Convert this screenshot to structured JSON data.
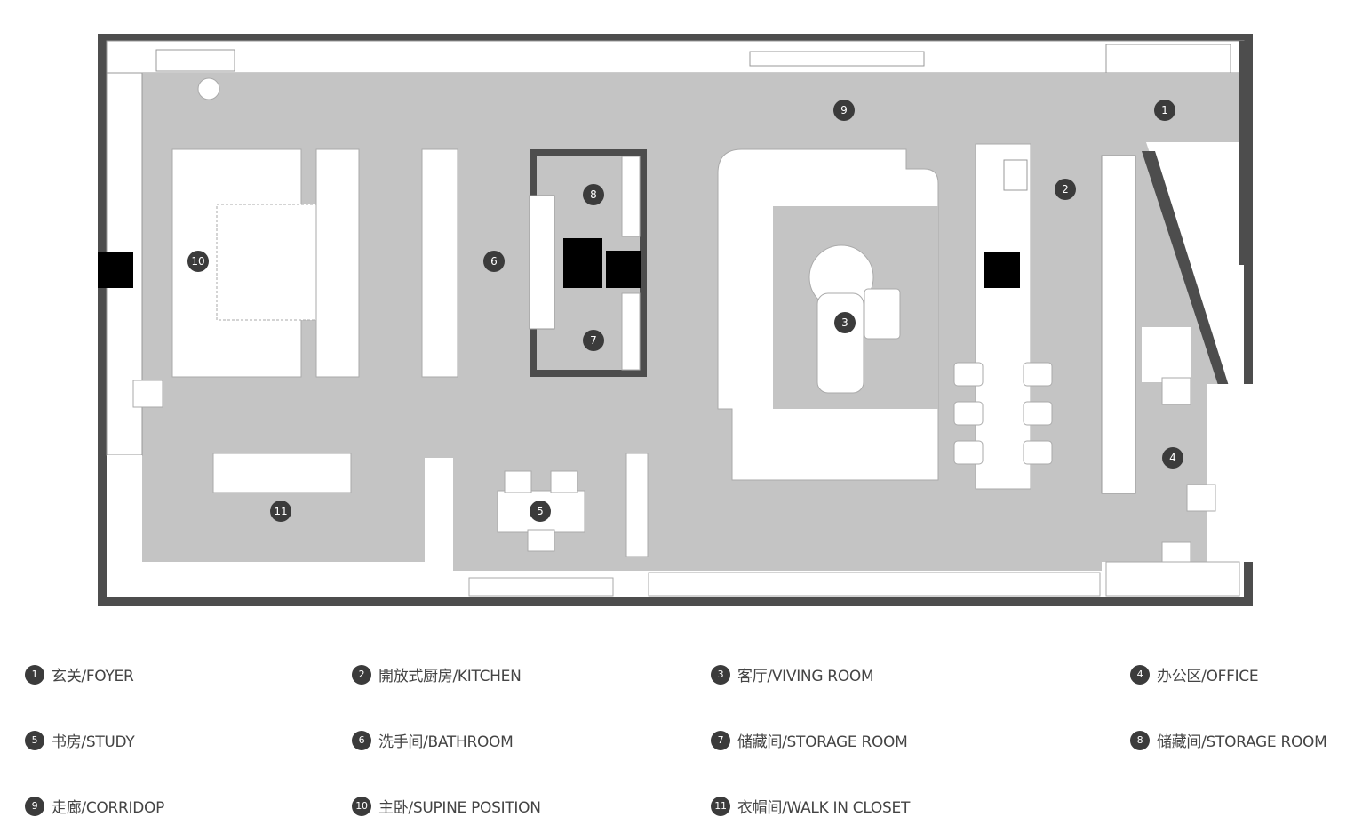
{
  "colors": {
    "floor": "#c4c4c4",
    "wall": "#4d4d4d",
    "furniture": "#ffffff",
    "solid": "#000000",
    "marker": "#3b3b3b",
    "legend_text": "#444444"
  },
  "markers": [
    "1",
    "2",
    "3",
    "4",
    "5",
    "6",
    "7",
    "8",
    "9",
    "10",
    "11"
  ],
  "legend": [
    {
      "num": "1",
      "label": "玄关/FOYER"
    },
    {
      "num": "2",
      "label": "開放式厨房/KITCHEN"
    },
    {
      "num": "3",
      "label": "客厅/VIVING ROOM"
    },
    {
      "num": "4",
      "label": "办公区/OFFICE"
    },
    {
      "num": "5",
      "label": "书房/STUDY"
    },
    {
      "num": "6",
      "label": "洗手间/BATHROOM"
    },
    {
      "num": "7",
      "label": "储藏间/STORAGE ROOM"
    },
    {
      "num": "8",
      "label": "储藏间/STORAGE ROOM"
    },
    {
      "num": "9",
      "label": "走廊/CORRIDOP"
    },
    {
      "num": "10",
      "label": "主卧/SUPINE POSITION"
    },
    {
      "num": "11",
      "label": "衣帽间/WALK IN CLOSET"
    }
  ]
}
